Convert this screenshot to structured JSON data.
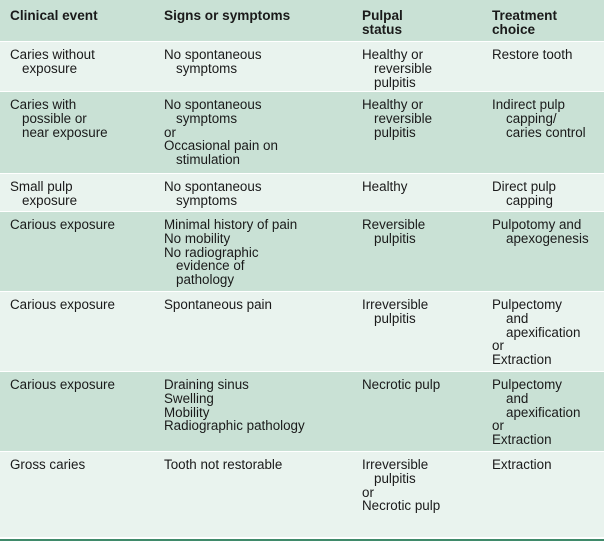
{
  "headers": {
    "clinical_event": "Clinical event",
    "signs_or_symptoms": "Signs or symptoms",
    "pulpal_status": [
      "Pulpal",
      "status"
    ],
    "treatment_choice": [
      "Treatment",
      "choice"
    ]
  },
  "rows": [
    {
      "event": [
        {
          "t": "Caries without",
          "i": 0
        },
        {
          "t": "exposure",
          "i": 1
        }
      ],
      "signs": [
        {
          "t": "No spontaneous",
          "i": 0
        },
        {
          "t": "symptoms",
          "i": 1
        }
      ],
      "status": [
        {
          "t": "Healthy or",
          "i": 0
        },
        {
          "t": "reversible",
          "i": 1
        },
        {
          "t": "pulpitis",
          "i": 1
        }
      ],
      "treatment": [
        {
          "t": "Restore tooth",
          "i": 0
        }
      ]
    },
    {
      "event": [
        {
          "t": "Caries with",
          "i": 0
        },
        {
          "t": "possible or",
          "i": 1
        },
        {
          "t": "near exposure",
          "i": 1
        }
      ],
      "signs": [
        {
          "t": "No spontaneous",
          "i": 0
        },
        {
          "t": "symptoms",
          "i": 1
        },
        {
          "t": "or",
          "i": 0
        },
        {
          "t": "Occasional pain on",
          "i": 0
        },
        {
          "t": "stimulation",
          "i": 1
        }
      ],
      "status": [
        {
          "t": "Healthy or",
          "i": 0
        },
        {
          "t": "reversible",
          "i": 1
        },
        {
          "t": "pulpitis",
          "i": 1
        }
      ],
      "treatment": [
        {
          "t": "Indirect pulp",
          "i": 0
        },
        {
          "t": "capping/",
          "i": 1
        },
        {
          "t": "caries control",
          "i": 1
        }
      ]
    },
    {
      "event": [
        {
          "t": "Small pulp",
          "i": 0
        },
        {
          "t": "exposure",
          "i": 1
        }
      ],
      "signs": [
        {
          "t": "No spontaneous",
          "i": 0
        },
        {
          "t": "symptoms",
          "i": 1
        }
      ],
      "status": [
        {
          "t": "Healthy",
          "i": 0
        }
      ],
      "treatment": [
        {
          "t": "Direct pulp",
          "i": 0
        },
        {
          "t": "capping",
          "i": 1
        }
      ]
    },
    {
      "event": [
        {
          "t": "Carious exposure",
          "i": 0
        }
      ],
      "signs": [
        {
          "t": "Minimal history of pain",
          "i": 0
        },
        {
          "t": "No mobility",
          "i": 0
        },
        {
          "t": "No radiographic",
          "i": 0
        },
        {
          "t": "evidence of",
          "i": 1
        },
        {
          "t": "pathology",
          "i": 1
        }
      ],
      "status": [
        {
          "t": "Reversible",
          "i": 0
        },
        {
          "t": "pulpitis",
          "i": 1
        }
      ],
      "treatment": [
        {
          "t": "Pulpotomy and",
          "i": 0
        },
        {
          "t": "apexogenesis",
          "i": 1
        }
      ]
    },
    {
      "event": [
        {
          "t": "Carious exposure",
          "i": 0
        }
      ],
      "signs": [
        {
          "t": "Spontaneous pain",
          "i": 0
        }
      ],
      "status": [
        {
          "t": "Irreversible",
          "i": 0
        },
        {
          "t": "pulpitis",
          "i": 1
        }
      ],
      "treatment": [
        {
          "t": "Pulpectomy",
          "i": 0
        },
        {
          "t": "and",
          "i": 1
        },
        {
          "t": "apexification",
          "i": 1
        },
        {
          "t": "or",
          "i": 0
        },
        {
          "t": "Extraction",
          "i": 0
        }
      ]
    },
    {
      "event": [
        {
          "t": "Carious exposure",
          "i": 0
        }
      ],
      "signs": [
        {
          "t": "Draining sinus",
          "i": 0
        },
        {
          "t": "Swelling",
          "i": 0
        },
        {
          "t": "Mobility",
          "i": 0
        },
        {
          "t": "Radiographic pathology",
          "i": 0
        }
      ],
      "status": [
        {
          "t": "Necrotic pulp",
          "i": 0
        }
      ],
      "treatment": [
        {
          "t": "Pulpectomy",
          "i": 0
        },
        {
          "t": "and",
          "i": 1
        },
        {
          "t": "apexification",
          "i": 1
        },
        {
          "t": "or",
          "i": 0
        },
        {
          "t": "Extraction",
          "i": 0
        }
      ]
    },
    {
      "event": [
        {
          "t": "Gross caries",
          "i": 0
        }
      ],
      "signs": [
        {
          "t": "Tooth not restorable",
          "i": 0
        }
      ],
      "status": [
        {
          "t": "Irreversible",
          "i": 0
        },
        {
          "t": "pulpitis",
          "i": 1
        },
        {
          "t": "or",
          "i": 0
        },
        {
          "t": "Necrotic pulp",
          "i": 0
        }
      ],
      "treatment": [
        {
          "t": "Extraction",
          "i": 0
        }
      ]
    }
  ]
}
